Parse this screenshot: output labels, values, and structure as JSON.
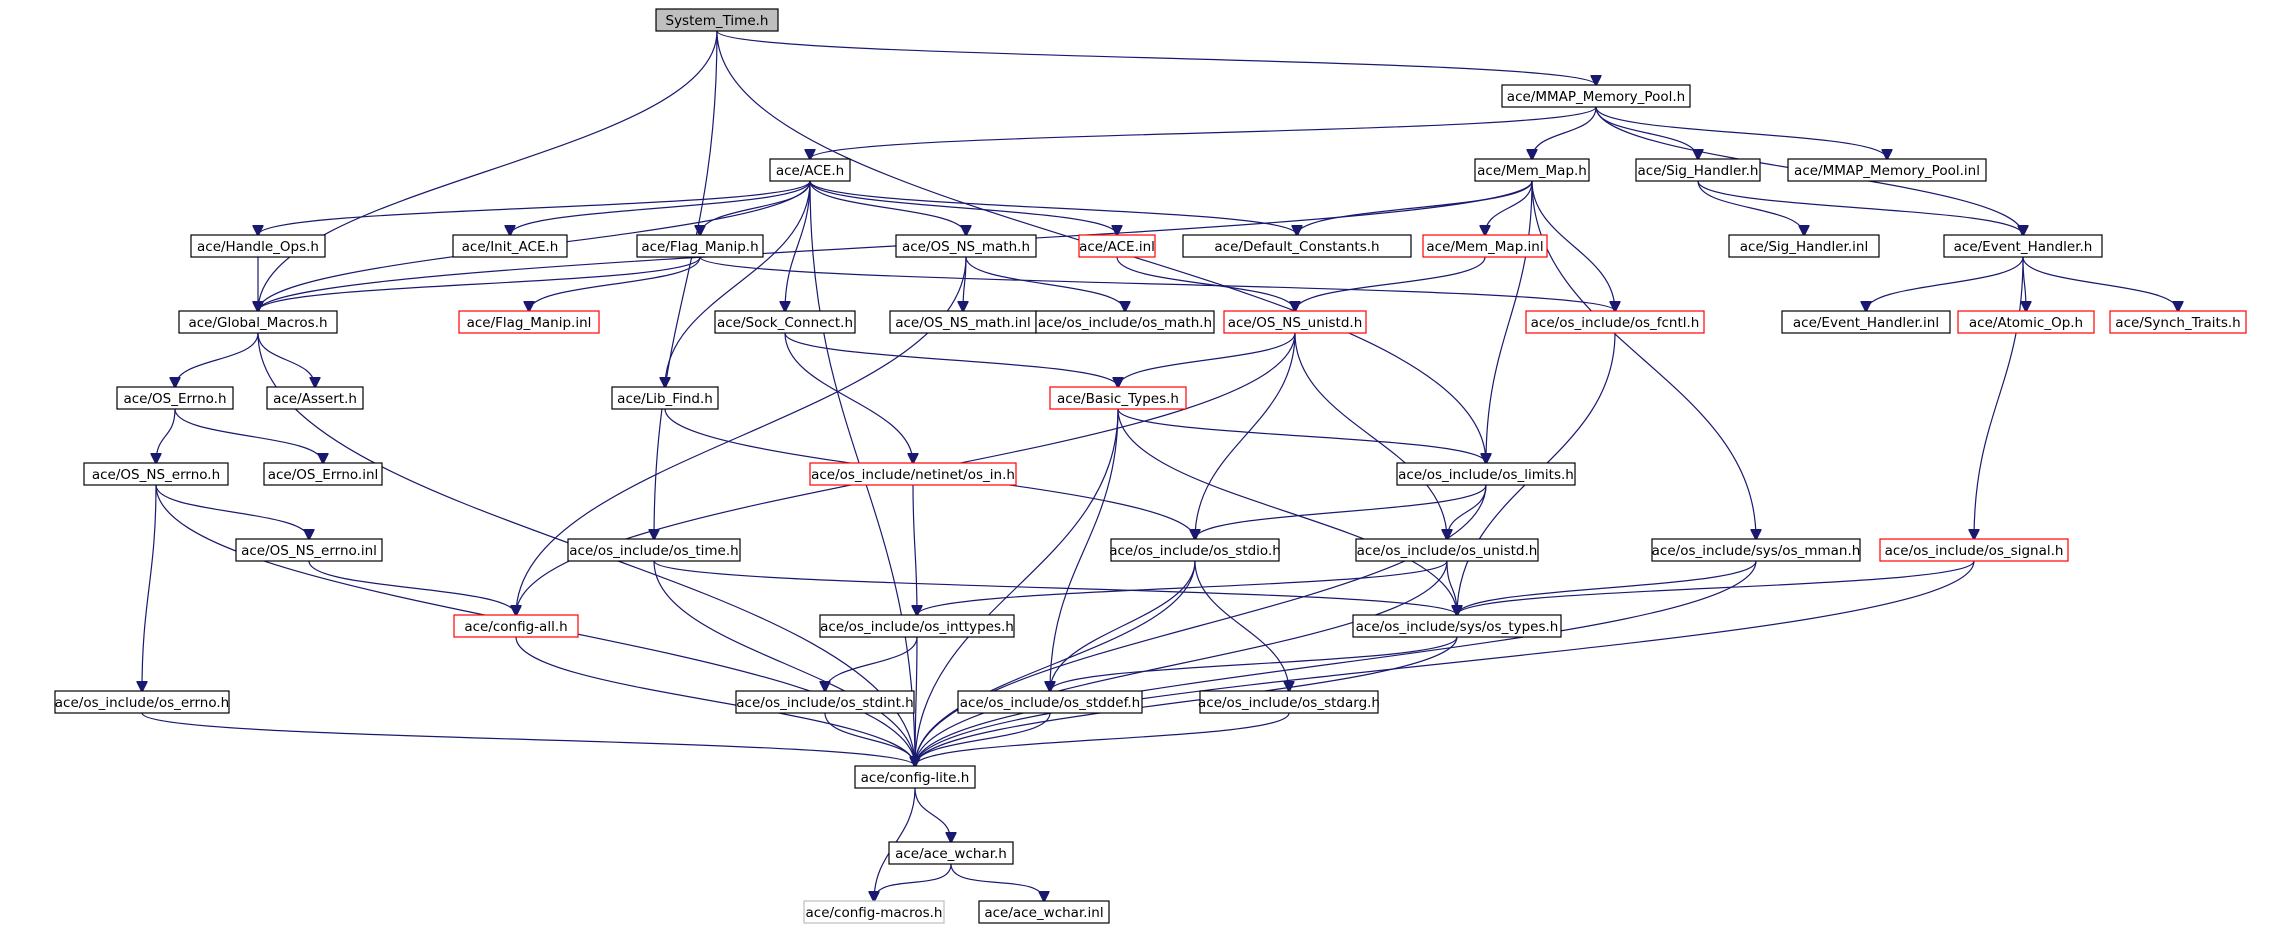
{
  "nodes": {
    "system_time": {
      "label": "System_Time.h",
      "style": "root"
    },
    "mmap_pool_h": {
      "label": "ace/MMAP_Memory_Pool.h",
      "style": "black"
    },
    "ace_h": {
      "label": "ace/ACE.h",
      "style": "black"
    },
    "mem_map_h": {
      "label": "ace/Mem_Map.h",
      "style": "black"
    },
    "sig_handler_h": {
      "label": "ace/Sig_Handler.h",
      "style": "black"
    },
    "mmap_pool_inl": {
      "label": "ace/MMAP_Memory_Pool.inl",
      "style": "black"
    },
    "handle_ops_h": {
      "label": "ace/Handle_Ops.h",
      "style": "black"
    },
    "init_ace_h": {
      "label": "ace/Init_ACE.h",
      "style": "black"
    },
    "flag_manip_h": {
      "label": "ace/Flag_Manip.h",
      "style": "black"
    },
    "os_ns_math_h": {
      "label": "ace/OS_NS_math.h",
      "style": "black"
    },
    "ace_inl": {
      "label": "ace/ACE.inl",
      "style": "red"
    },
    "default_constants_h": {
      "label": "ace/Default_Constants.h",
      "style": "black"
    },
    "mem_map_inl": {
      "label": "ace/Mem_Map.inl",
      "style": "red"
    },
    "sig_handler_inl": {
      "label": "ace/Sig_Handler.inl",
      "style": "black"
    },
    "event_handler_h": {
      "label": "ace/Event_Handler.h",
      "style": "black"
    },
    "global_macros_h": {
      "label": "ace/Global_Macros.h",
      "style": "black"
    },
    "flag_manip_inl": {
      "label": "ace/Flag_Manip.inl",
      "style": "red"
    },
    "sock_connect_h": {
      "label": "ace/Sock_Connect.h",
      "style": "black"
    },
    "os_ns_math_inl": {
      "label": "ace/OS_NS_math.inl",
      "style": "black"
    },
    "os_math_h": {
      "label": "ace/os_include/os_math.h",
      "style": "black"
    },
    "os_ns_unistd_h": {
      "label": "ace/OS_NS_unistd.h",
      "style": "red"
    },
    "os_fcntl_h": {
      "label": "ace/os_include/os_fcntl.h",
      "style": "red"
    },
    "event_handler_inl": {
      "label": "ace/Event_Handler.inl",
      "style": "black"
    },
    "atomic_op_h": {
      "label": "ace/Atomic_Op.h",
      "style": "red"
    },
    "synch_traits_h": {
      "label": "ace/Synch_Traits.h",
      "style": "red"
    },
    "os_errno_h": {
      "label": "ace/OS_Errno.h",
      "style": "black"
    },
    "assert_h": {
      "label": "ace/Assert.h",
      "style": "black"
    },
    "lib_find_h": {
      "label": "ace/Lib_Find.h",
      "style": "black"
    },
    "basic_types_h": {
      "label": "ace/Basic_Types.h",
      "style": "red"
    },
    "os_ns_errno_h": {
      "label": "ace/OS_NS_errno.h",
      "style": "black"
    },
    "os_errno_inl": {
      "label": "ace/OS_Errno.inl",
      "style": "black"
    },
    "netinet_os_in_h": {
      "label": "ace/os_include/netinet/os_in.h",
      "style": "red"
    },
    "os_limits_h": {
      "label": "ace/os_include/os_limits.h",
      "style": "black"
    },
    "os_ns_errno_inl": {
      "label": "ace/OS_NS_errno.inl",
      "style": "black"
    },
    "os_time_h": {
      "label": "ace/os_include/os_time.h",
      "style": "black"
    },
    "os_stdio_h": {
      "label": "ace/os_include/os_stdio.h",
      "style": "black"
    },
    "os_unistd_h": {
      "label": "ace/os_include/os_unistd.h",
      "style": "black"
    },
    "sys_os_mman_h": {
      "label": "ace/os_include/sys/os_mman.h",
      "style": "black"
    },
    "os_signal_h": {
      "label": "ace/os_include/os_signal.h",
      "style": "red"
    },
    "config_all_h": {
      "label": "ace/config-all.h",
      "style": "red"
    },
    "os_inttypes_h": {
      "label": "ace/os_include/os_inttypes.h",
      "style": "black"
    },
    "sys_os_types_h": {
      "label": "ace/os_include/sys/os_types.h",
      "style": "black"
    },
    "os_errno_os_h": {
      "label": "ace/os_include/os_errno.h",
      "style": "black"
    },
    "os_stdint_h": {
      "label": "ace/os_include/os_stdint.h",
      "style": "black"
    },
    "os_stddef_h": {
      "label": "ace/os_include/os_stddef.h",
      "style": "black"
    },
    "os_stdarg_h": {
      "label": "ace/os_include/os_stdarg.h",
      "style": "black"
    },
    "config_lite_h": {
      "label": "ace/config-lite.h",
      "style": "black"
    },
    "ace_wchar_h": {
      "label": "ace/ace_wchar.h",
      "style": "black"
    },
    "config_macros_h": {
      "label": "ace/config-macros.h",
      "style": "gray"
    },
    "ace_wchar_inl": {
      "label": "ace/ace_wchar.inl",
      "style": "black"
    }
  },
  "edges": [
    [
      "system_time",
      "mmap_pool_h"
    ],
    [
      "system_time",
      "global_macros_h"
    ],
    [
      "system_time",
      "os_time_h"
    ],
    [
      "system_time",
      "os_limits_h"
    ],
    [
      "mmap_pool_h",
      "ace_h"
    ],
    [
      "mmap_pool_h",
      "mem_map_h"
    ],
    [
      "mmap_pool_h",
      "sig_handler_h"
    ],
    [
      "mmap_pool_h",
      "mmap_pool_inl"
    ],
    [
      "mmap_pool_h",
      "event_handler_h"
    ],
    [
      "ace_h",
      "handle_ops_h"
    ],
    [
      "ace_h",
      "init_ace_h"
    ],
    [
      "ace_h",
      "flag_manip_h"
    ],
    [
      "ace_h",
      "os_ns_math_h"
    ],
    [
      "ace_h",
      "ace_inl"
    ],
    [
      "ace_h",
      "default_constants_h"
    ],
    [
      "ace_h",
      "global_macros_h"
    ],
    [
      "ace_h",
      "sock_connect_h"
    ],
    [
      "ace_h",
      "lib_find_h"
    ],
    [
      "ace_h",
      "config_lite_h"
    ],
    [
      "mem_map_h",
      "global_macros_h"
    ],
    [
      "mem_map_h",
      "default_constants_h"
    ],
    [
      "mem_map_h",
      "mem_map_inl"
    ],
    [
      "mem_map_h",
      "os_fcntl_h"
    ],
    [
      "mem_map_h",
      "os_limits_h"
    ],
    [
      "mem_map_h",
      "sys_os_mman_h"
    ],
    [
      "sig_handler_h",
      "sig_handler_inl"
    ],
    [
      "sig_handler_h",
      "event_handler_h"
    ],
    [
      "event_handler_h",
      "event_handler_inl"
    ],
    [
      "event_handler_h",
      "atomic_op_h"
    ],
    [
      "event_handler_h",
      "synch_traits_h"
    ],
    [
      "event_handler_h",
      "os_signal_h"
    ],
    [
      "handle_ops_h",
      "global_macros_h"
    ],
    [
      "flag_manip_h",
      "global_macros_h"
    ],
    [
      "flag_manip_h",
      "flag_manip_inl"
    ],
    [
      "flag_manip_h",
      "os_fcntl_h"
    ],
    [
      "os_ns_math_h",
      "os_ns_math_inl"
    ],
    [
      "os_ns_math_h",
      "os_math_h"
    ],
    [
      "os_ns_math_h",
      "config_all_h"
    ],
    [
      "ace_inl",
      "os_ns_unistd_h"
    ],
    [
      "mem_map_inl",
      "os_ns_unistd_h"
    ],
    [
      "global_macros_h",
      "os_errno_h"
    ],
    [
      "global_macros_h",
      "assert_h"
    ],
    [
      "global_macros_h",
      "config_lite_h"
    ],
    [
      "sock_connect_h",
      "basic_types_h"
    ],
    [
      "sock_connect_h",
      "netinet_os_in_h"
    ],
    [
      "os_ns_unistd_h",
      "basic_types_h"
    ],
    [
      "os_ns_unistd_h",
      "config_all_h"
    ],
    [
      "os_ns_unistd_h",
      "os_stdio_h"
    ],
    [
      "os_ns_unistd_h",
      "os_unistd_h"
    ],
    [
      "os_fcntl_h",
      "sys_os_types_h"
    ],
    [
      "os_errno_h",
      "os_ns_errno_h"
    ],
    [
      "os_errno_h",
      "os_errno_inl"
    ],
    [
      "lib_find_h",
      "os_stdio_h"
    ],
    [
      "basic_types_h",
      "os_limits_h"
    ],
    [
      "basic_types_h",
      "os_stddef_h"
    ],
    [
      "basic_types_h",
      "sys_os_types_h"
    ],
    [
      "basic_types_h",
      "config_lite_h"
    ],
    [
      "os_ns_errno_h",
      "os_ns_errno_inl"
    ],
    [
      "os_ns_errno_h",
      "os_errno_os_h"
    ],
    [
      "os_ns_errno_h",
      "config_lite_h"
    ],
    [
      "os_ns_errno_inl",
      "config_all_h"
    ],
    [
      "netinet_os_in_h",
      "os_inttypes_h"
    ],
    [
      "os_limits_h",
      "os_stdio_h"
    ],
    [
      "os_limits_h",
      "os_unistd_h"
    ],
    [
      "os_limits_h",
      "config_lite_h"
    ],
    [
      "os_time_h",
      "sys_os_types_h"
    ],
    [
      "os_time_h",
      "config_lite_h"
    ],
    [
      "os_stdio_h",
      "os_stddef_h"
    ],
    [
      "os_stdio_h",
      "os_stdarg_h"
    ],
    [
      "os_stdio_h",
      "config_lite_h"
    ],
    [
      "os_unistd_h",
      "sys_os_types_h"
    ],
    [
      "os_unistd_h",
      "os_inttypes_h"
    ],
    [
      "os_unistd_h",
      "config_lite_h"
    ],
    [
      "sys_os_mman_h",
      "sys_os_types_h"
    ],
    [
      "sys_os_mman_h",
      "config_lite_h"
    ],
    [
      "os_signal_h",
      "sys_os_types_h"
    ],
    [
      "os_signal_h",
      "config_lite_h"
    ],
    [
      "config_all_h",
      "config_lite_h"
    ],
    [
      "os_inttypes_h",
      "os_stdint_h"
    ],
    [
      "os_inttypes_h",
      "config_lite_h"
    ],
    [
      "sys_os_types_h",
      "os_stddef_h"
    ],
    [
      "sys_os_types_h",
      "config_lite_h"
    ],
    [
      "os_errno_os_h",
      "config_lite_h"
    ],
    [
      "os_stdint_h",
      "config_lite_h"
    ],
    [
      "os_stddef_h",
      "config_lite_h"
    ],
    [
      "os_stdarg_h",
      "config_lite_h"
    ],
    [
      "config_lite_h",
      "ace_wchar_h"
    ],
    [
      "config_lite_h",
      "config_macros_h"
    ],
    [
      "ace_wchar_h",
      "config_macros_h"
    ],
    [
      "ace_wchar_h",
      "ace_wchar_inl"
    ]
  ]
}
